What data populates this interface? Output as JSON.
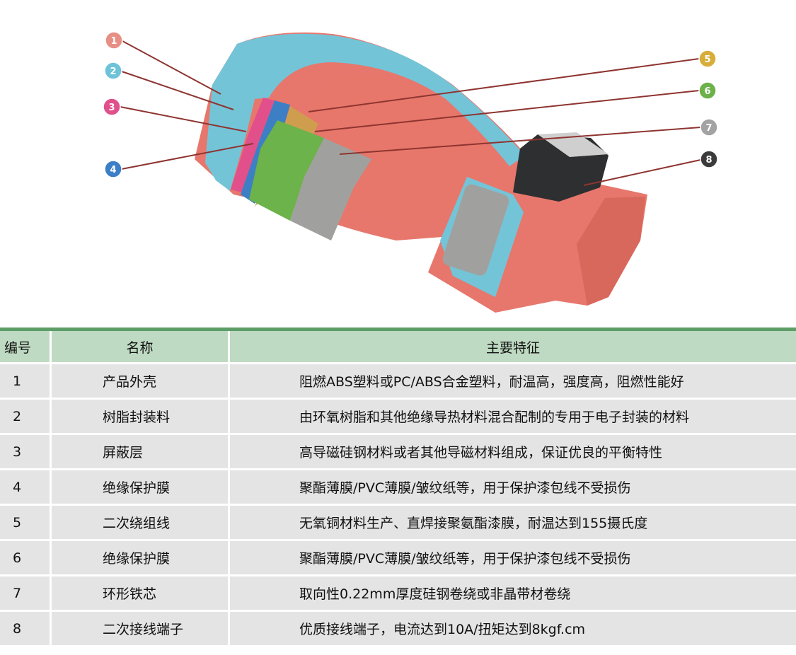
{
  "diagram": {
    "callouts": [
      {
        "id": "1",
        "color": "#e88f85"
      },
      {
        "id": "2",
        "color": "#6ec3d9"
      },
      {
        "id": "3",
        "color": "#e0508a"
      },
      {
        "id": "4",
        "color": "#3c7fc6"
      },
      {
        "id": "5",
        "color": "#d8ae3a"
      },
      {
        "id": "6",
        "color": "#6cb14a"
      },
      {
        "id": "7",
        "color": "#a3a3a3"
      },
      {
        "id": "8",
        "color": "#3b3b3b"
      }
    ],
    "colors": {
      "shell": "#e7776c",
      "resin": "#74c4d8",
      "shield": "#e2508c",
      "insulation_film_4": "#3d7fc4",
      "insulation_film_6": "#6bb34a",
      "core": "#a0a19f",
      "terminal": "#2e2f31",
      "leader": "#8e3430"
    }
  },
  "table": {
    "headers": {
      "id": "编号",
      "name": "名称",
      "feature": "主要特征"
    },
    "rows": [
      {
        "id": "1",
        "name": "产品外壳",
        "feature": "阻燃ABS塑料或PC/ABS合金塑料，耐温高，强度高，阻燃性能好"
      },
      {
        "id": "2",
        "name": "树脂封装料",
        "feature": "由环氧树脂和其他绝缘导热材料混合配制的专用于电子封装的材料"
      },
      {
        "id": "3",
        "name": "屏蔽层",
        "feature": "高导磁硅钢材料或者其他导磁材料组成，保证优良的平衡特性"
      },
      {
        "id": "4",
        "name": "绝缘保护膜",
        "feature": "聚酯薄膜/PVC薄膜/皱纹纸等，用于保护漆包线不受损伤"
      },
      {
        "id": "5",
        "name": "二次绕组线",
        "feature": "无氧铜材料生产、直焊接聚氨酯漆膜，耐温达到155摄氏度"
      },
      {
        "id": "6",
        "name": "绝缘保护膜",
        "feature": "聚酯薄膜/PVC薄膜/皱纹纸等，用于保护漆包线不受损伤"
      },
      {
        "id": "7",
        "name": "环形铁芯",
        "feature": "取向性0.22mm厚度硅钢卷绕或非晶带材卷绕"
      },
      {
        "id": "8",
        "name": "二次接线端子",
        "feature": "优质接线端子，电流达到10A/扭矩达到8kgf.cm"
      }
    ]
  }
}
